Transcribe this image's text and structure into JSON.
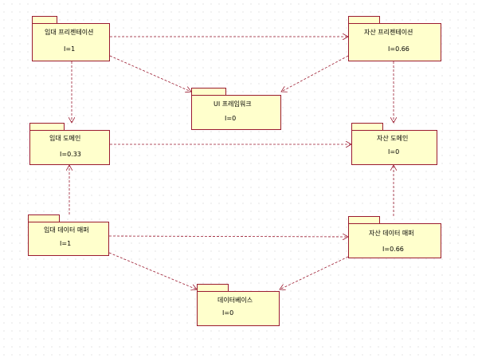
{
  "packages": [
    {
      "id": "rental-presentation",
      "name": "임대 프리젠테이션",
      "metric": "I=1"
    },
    {
      "id": "asset-presentation",
      "name": "자산 프리젠테이션",
      "metric": "I=0.66"
    },
    {
      "id": "ui-framework",
      "name": "UI 프레임워크",
      "metric": "I=0"
    },
    {
      "id": "rental-domain",
      "name": "임대 도메인",
      "metric": "I=0.33"
    },
    {
      "id": "asset-domain",
      "name": "자산 도메인",
      "metric": "I=0"
    },
    {
      "id": "rental-data-mapper",
      "name": "임대 데이터 매퍼",
      "metric": "I=1"
    },
    {
      "id": "asset-data-mapper",
      "name": "자산 데이터 매퍼",
      "metric": "I=0.66"
    },
    {
      "id": "database",
      "name": "데이터베이스",
      "metric": "I=0"
    }
  ],
  "dependencies": [
    {
      "from": "rental-presentation",
      "to": "asset-presentation"
    },
    {
      "from": "rental-presentation",
      "to": "ui-framework"
    },
    {
      "from": "asset-presentation",
      "to": "ui-framework"
    },
    {
      "from": "rental-presentation",
      "to": "rental-domain"
    },
    {
      "from": "asset-presentation",
      "to": "asset-domain"
    },
    {
      "from": "rental-domain",
      "to": "asset-domain"
    },
    {
      "from": "rental-data-mapper",
      "to": "rental-domain"
    },
    {
      "from": "asset-data-mapper",
      "to": "asset-domain"
    },
    {
      "from": "rental-data-mapper",
      "to": "asset-data-mapper"
    },
    {
      "from": "rental-data-mapper",
      "to": "database"
    },
    {
      "from": "asset-data-mapper",
      "to": "database"
    }
  ],
  "colors": {
    "fill": "#ffffcc",
    "stroke": "#9b1b30"
  }
}
